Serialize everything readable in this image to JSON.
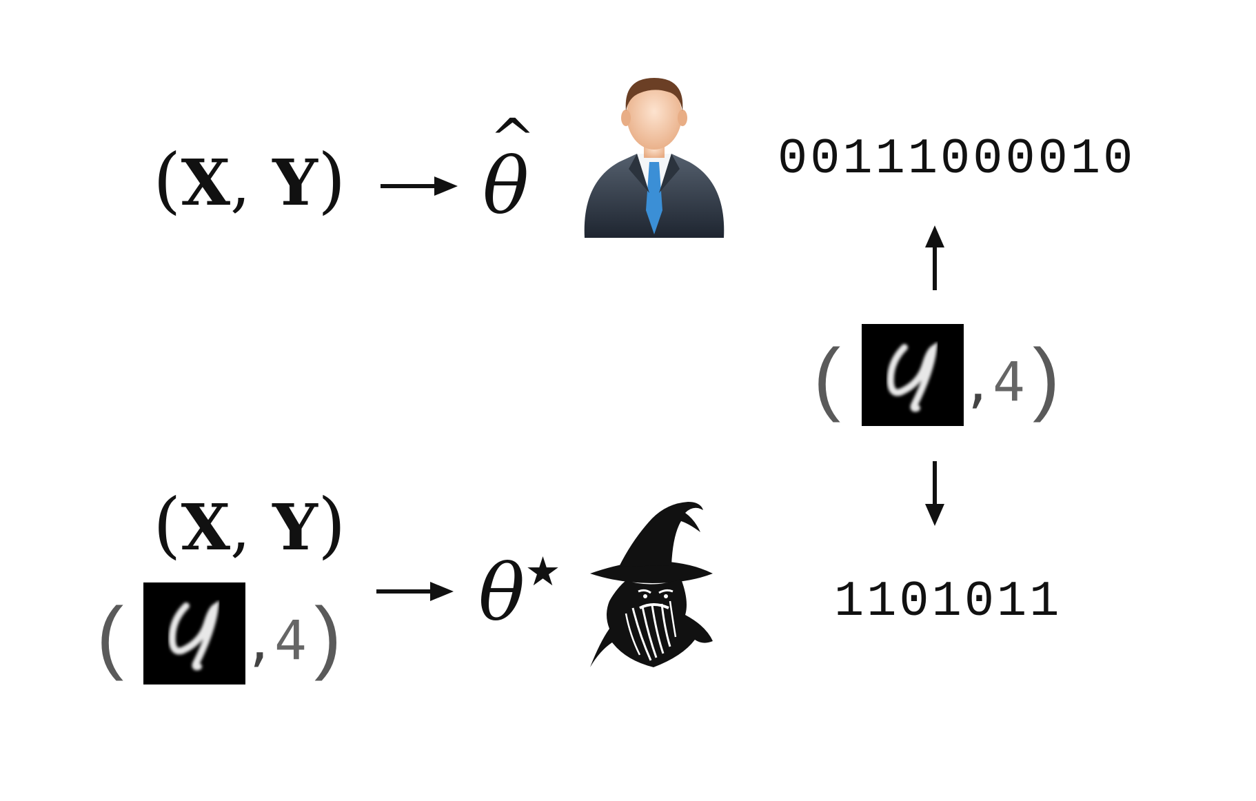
{
  "top_row": {
    "dataset": {
      "open": "(",
      "x": "X",
      "comma": ",",
      "y": "Y",
      "close": ")"
    },
    "param": {
      "symbol": "θ",
      "accent": "^"
    },
    "actor_icon": "businessman-icon"
  },
  "bottom_row": {
    "dataset": {
      "open": "(",
      "x": "X",
      "comma": ",",
      "y": "Y",
      "close": ")"
    },
    "poison_pair": {
      "open": "(",
      "comma": ",",
      "label": "4",
      "close": ")",
      "image": "handwritten-digit-image"
    },
    "param": {
      "symbol": "θ",
      "superscript": "★"
    },
    "actor_icon": "wizard-icon"
  },
  "query_pair": {
    "open": "(",
    "comma": ",",
    "label": "4",
    "close": ")",
    "image": "handwritten-digit-image"
  },
  "outputs": {
    "top_bits": "00111000010",
    "bottom_bits": "1101011"
  },
  "colors": {
    "ink": "#111111",
    "paren_gray": "#5a5a5a",
    "label_gray": "#666666",
    "digit_bg": "#000000",
    "suit": "#3a4654",
    "tie": "#3b8fd6",
    "skin": "#f3c9a8",
    "hair": "#6b3f25"
  }
}
